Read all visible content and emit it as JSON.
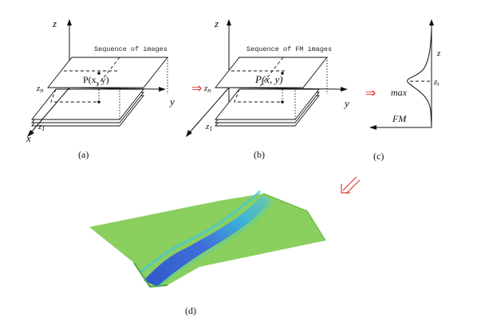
{
  "panel_a": {
    "axis_z": "z",
    "axis_y": "y",
    "axis_x": "x",
    "sequence_label": "Sequence of images",
    "point_label": "P(x, y)",
    "zn_label": "z",
    "zn_sub": "n",
    "z1_label": "z",
    "z1_sub": "1",
    "caption": "(a)"
  },
  "panel_b": {
    "axis_z": "z",
    "axis_y": "y",
    "sequence_label": "Sequence of FM images",
    "point_label": "P(x, y)",
    "zn_label": "z",
    "zn_sub": "n",
    "z1_label": "z",
    "z1_sub": "1",
    "caption": "(b)"
  },
  "panel_c": {
    "axis_z": "z",
    "zt_label": "z",
    "zt_sub": "t",
    "max_label": "max",
    "fm_label": "FM",
    "caption": "(c)"
  },
  "panel_d": {
    "caption": "(d)"
  },
  "arrows": {
    "a_to_b": "⇒",
    "b_to_c": "⇒",
    "c_to_d": "⇙"
  },
  "colors": {
    "arrow_red": "#e23b2e",
    "surface_green": "#7fd25a",
    "surface_blue": "#2f5fd0",
    "surface_cyan": "#3fc8d8",
    "surface_brown": "#b2622e"
  }
}
